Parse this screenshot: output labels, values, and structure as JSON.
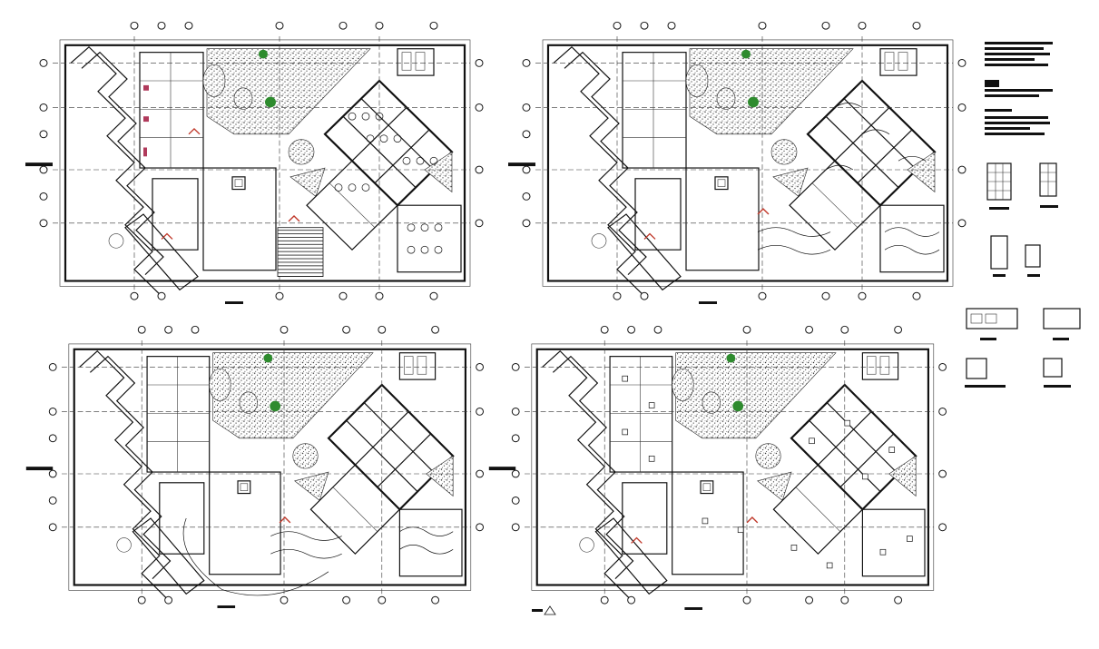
{
  "drawing": {
    "plans": [
      {
        "id": "plan-1"
      },
      {
        "id": "plan-2"
      },
      {
        "id": "plan-3"
      },
      {
        "id": "plan-4"
      }
    ]
  },
  "colors": {
    "linework": "#111111",
    "door_markers": "#c0392b",
    "landscape": "#2e8b2e",
    "background": "#ffffff"
  }
}
